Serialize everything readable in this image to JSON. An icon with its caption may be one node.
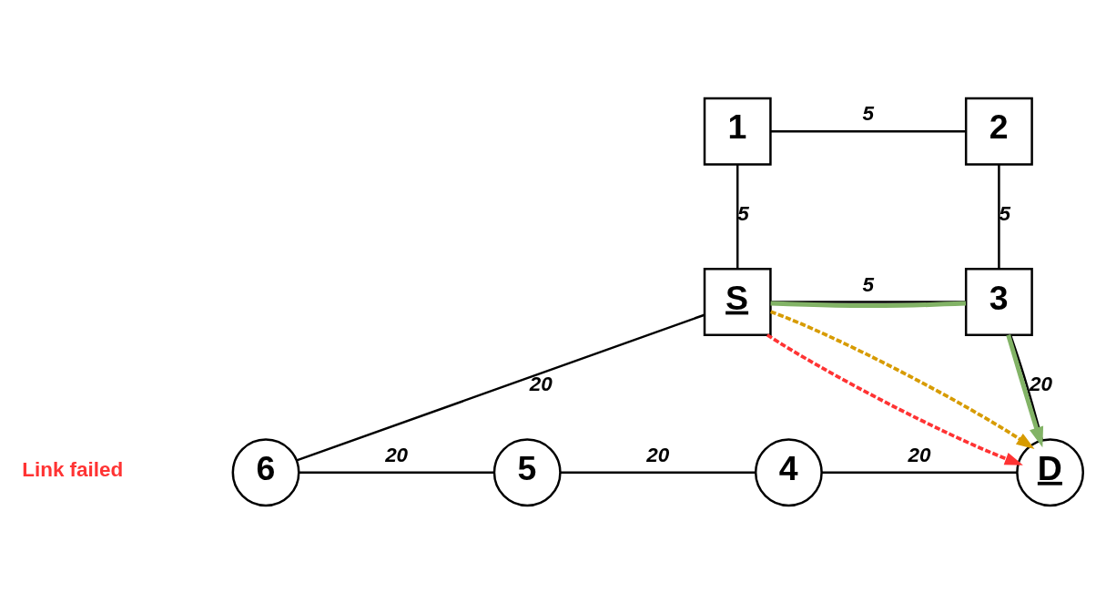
{
  "diagram": {
    "nodes": [
      {
        "text": [
          "1"
        ]
      },
      {
        "text": [
          "2"
        ]
      },
      {
        "text": [
          "S"
        ]
      },
      {
        "text": [
          "3"
        ]
      },
      {
        "text": [
          "6"
        ]
      },
      {
        "text": [
          "5"
        ]
      },
      {
        "text": [
          "4"
        ]
      },
      {
        "text": [
          "D"
        ]
      }
    ],
    "edges": [
      {
        "from": 0,
        "to": 1,
        "arrow": "none",
        "label": "5"
      },
      {
        "from": 0,
        "to": 2,
        "arrow": "none",
        "label": "5"
      },
      {
        "from": 1,
        "to": 3,
        "arrow": "none",
        "label": "5"
      },
      {
        "from": 2,
        "to": 3,
        "arrow": "none",
        "label": "5"
      },
      {
        "from": 2,
        "to": 4,
        "arrow": "none",
        "label": "20"
      },
      {
        "from": 4,
        "to": 5,
        "arrow": "none",
        "label": "20"
      },
      {
        "from": 5,
        "to": 6,
        "arrow": "none",
        "label": "20"
      },
      {
        "from": 6,
        "to": 7,
        "arrow": "none",
        "label": "20"
      },
      {
        "from": 3,
        "to": 7,
        "arrow": "none",
        "label": "20"
      },
      {
        "from": 2,
        "to": 3,
        "arrow": "none",
        "style": "thick",
        "color": "#82b366"
      },
      {
        "from": 3,
        "to": 7,
        "arrow": "to",
        "style": "thick",
        "color": "#82b366"
      },
      {
        "from": 2,
        "to": 7,
        "arrow": "to",
        "style": "dashed",
        "color": "#ff3333"
      },
      {
        "from": 2,
        "to": 7,
        "arrow": "to",
        "style": "dashed",
        "color": "#d79b00"
      }
    ],
    "labels": [
      "Link failed"
    ]
  }
}
